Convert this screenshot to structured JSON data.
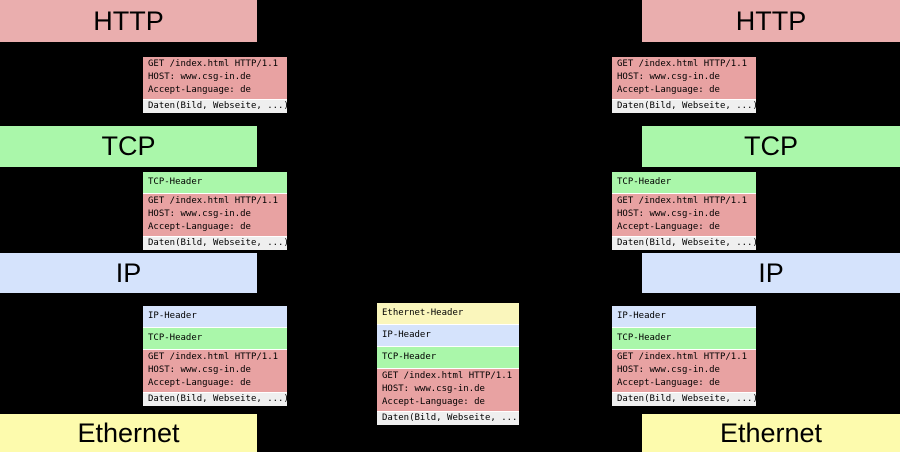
{
  "diagram": {
    "title_hint": "protocol encapsulation stack (sender / wire / receiver)",
    "background_color": "#000000",
    "layers": {
      "http": {
        "label": "HTTP",
        "color": "#eaaeae"
      },
      "tcp": {
        "label": "TCP",
        "color": "#aaf7aa"
      },
      "ip": {
        "label": "IP",
        "color": "#d5e3fc"
      },
      "ethernet": {
        "label": "Ethernet",
        "color": "#fdfbad"
      }
    },
    "packet": {
      "ethernet_header": "Ethernet-Header",
      "ip_header": "IP-Header",
      "tcp_header": "TCP-Header",
      "http_lines": [
        "GET /index.html HTTP/1.1",
        "HOST: www.csg-in.de",
        "Accept-Language: de"
      ],
      "payload": "Daten(Bild, Webseite, ...)"
    },
    "section_colors": {
      "ethernet_header": "#faf6bc",
      "ip_header": "#d5e3fc",
      "tcp_header": "#aaf7aa",
      "http_data": "#e8a2a2",
      "payload": "#efefef"
    }
  }
}
